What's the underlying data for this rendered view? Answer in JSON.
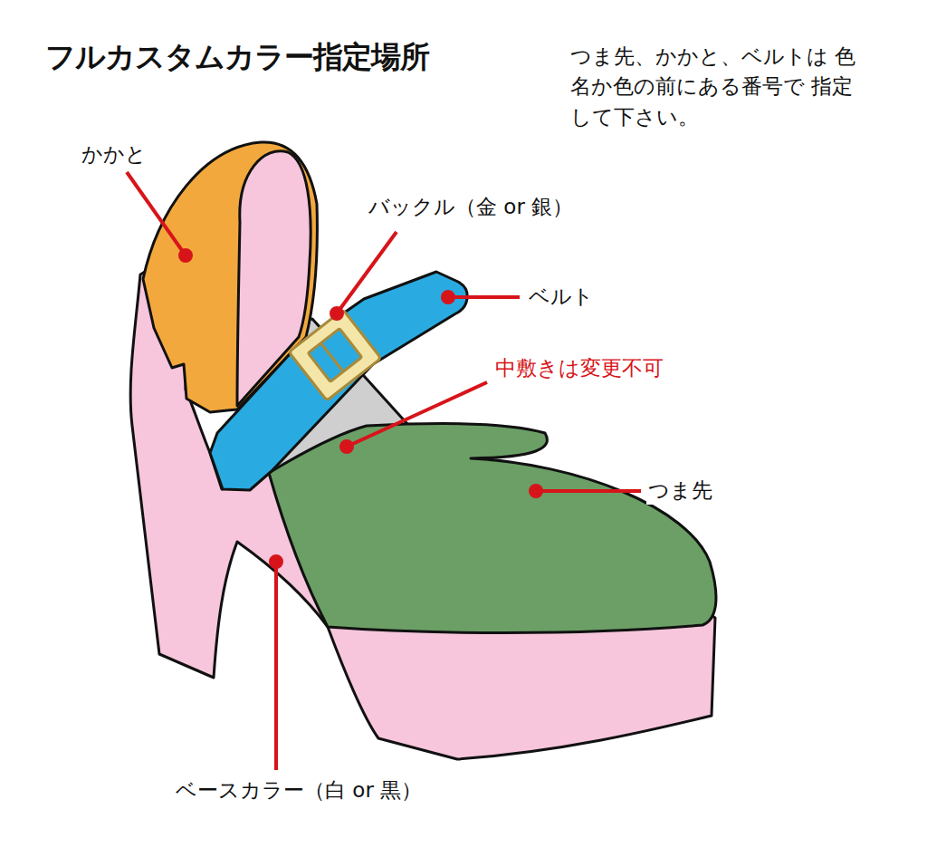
{
  "diagram": {
    "title": "フルカスタムカラー指定場所",
    "labels": [
      "つま先、かかと、ベルトは 色名か色の前にある番号で 指定して下さい。",
      "かかと",
      "バックル（金 or 銀）",
      "ベルト",
      "中敷きは変更不可",
      "つま先",
      "ベースカラー（白 or 黒）"
    ]
  }
}
